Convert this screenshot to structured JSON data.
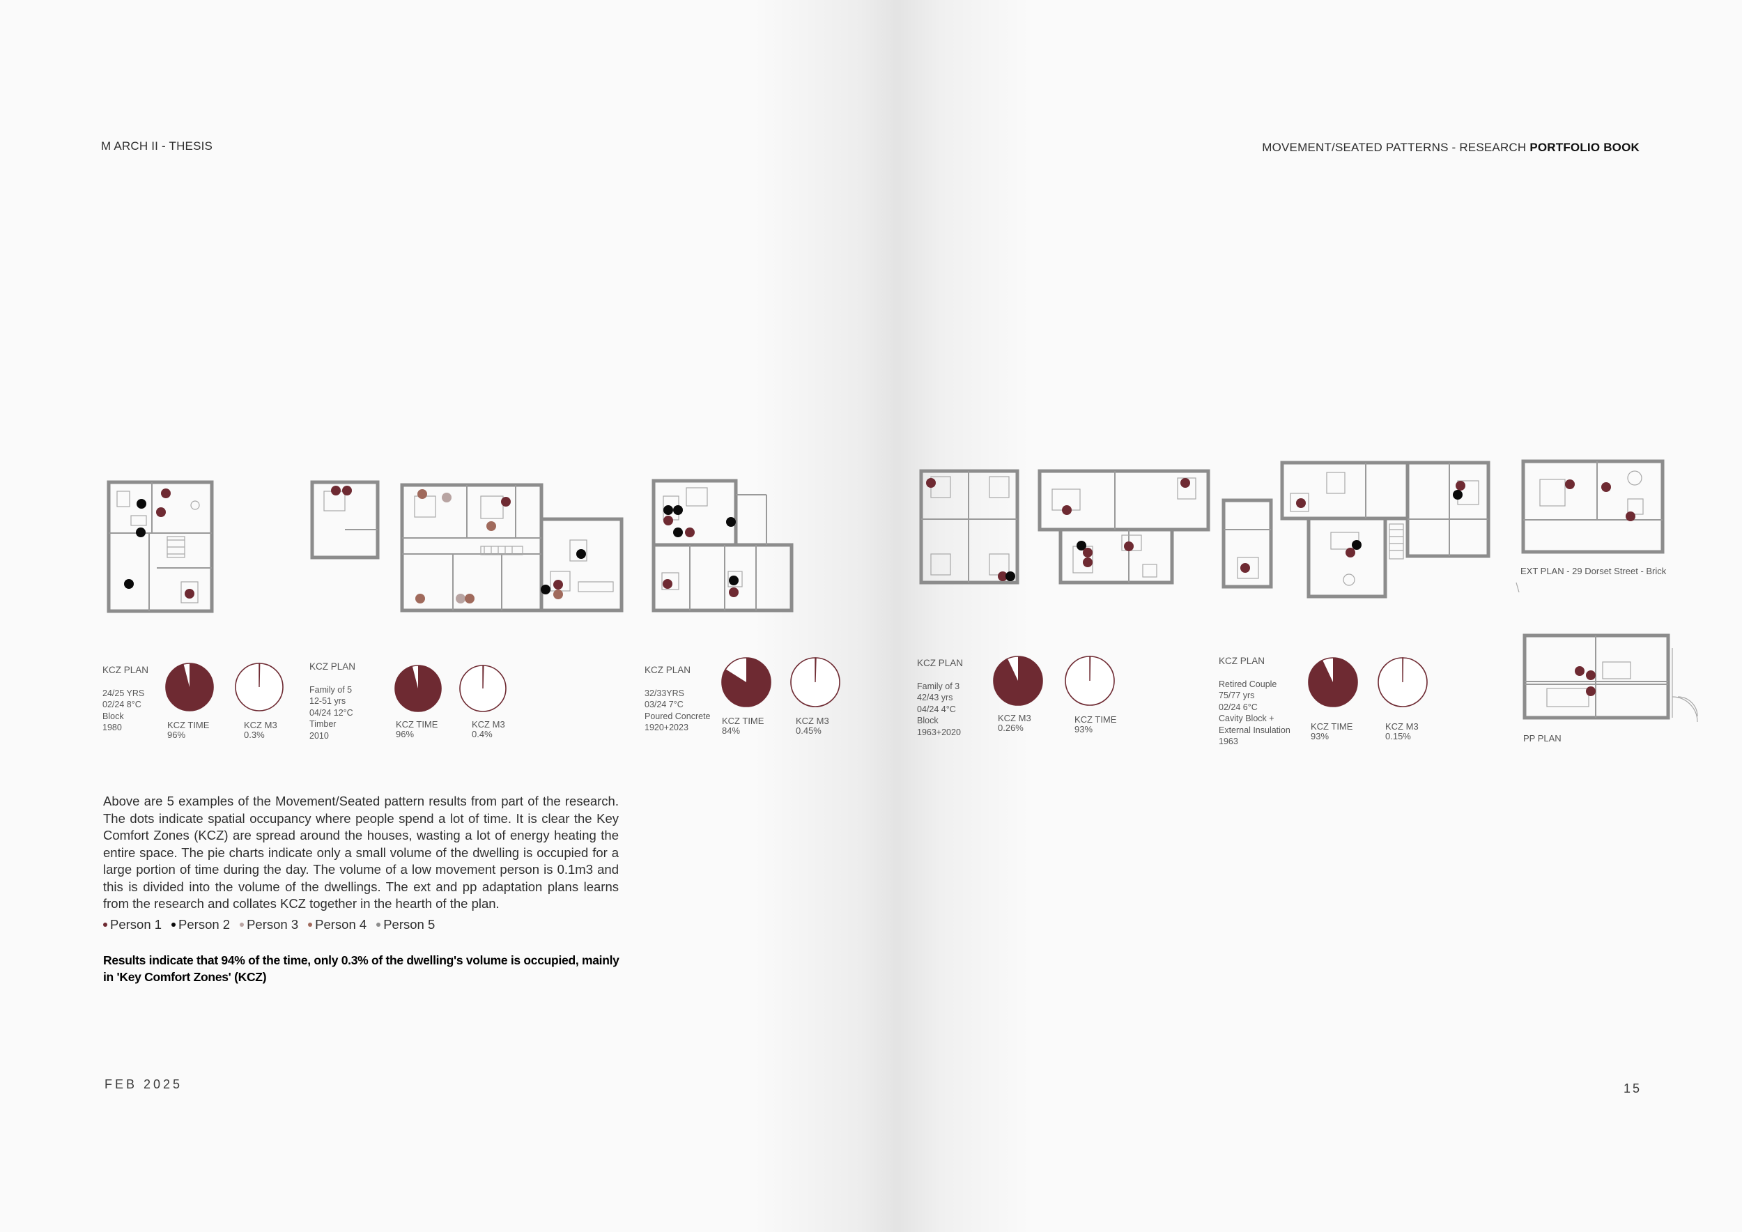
{
  "header": {
    "left": "M ARCH II - THESIS",
    "right_prefix": "MOVEMENT/SEATED PATTERNS -  RESEARCH ",
    "right_bold": "PORTFOLIO BOOK"
  },
  "footer": {
    "date": "FEB 2025",
    "page_number": "15"
  },
  "colors": {
    "kcz_maroon": "#6e2a32",
    "person_1": "#6e2a32",
    "person_2": "#0a0a0a",
    "person_3": "#b8a4a2",
    "person_4": "#a06a5c",
    "person_5": "#8d8d8d"
  },
  "plan_labels": {
    "ext": "EXT PLAN - 29 Dorset Street - Brick",
    "pp": "PP PLAN"
  },
  "examples": [
    {
      "plan_label": "KCZ PLAN",
      "details": [
        "24/25 YRS",
        "02/24  8°C",
        "Block",
        "1980"
      ],
      "pies": [
        {
          "label": "KCZ  TIME",
          "value_text": "96%",
          "percent": 96
        },
        {
          "label": "KCZ  M3",
          "value_text": "0.3%",
          "percent": 0.3
        }
      ]
    },
    {
      "plan_label": "KCZ PLAN",
      "details": [
        "Family of 5",
        "12-51 yrs",
        "04/24 12°C",
        "Timber",
        "2010"
      ],
      "pies": [
        {
          "label": "KCZ  TIME",
          "value_text": "96%",
          "percent": 96
        },
        {
          "label": "KCZ  M3",
          "value_text": "0.4%",
          "percent": 0.4
        }
      ]
    },
    {
      "plan_label": "KCZ PLAN",
      "details": [
        "32/33YRS",
        "03/24  7°C",
        "Poured Concrete",
        "1920+2023"
      ],
      "pies": [
        {
          "label": "KCZ  TIME",
          "value_text": "84%",
          "percent": 84
        },
        {
          "label": "KCZ  M3",
          "value_text": "0.45%",
          "percent": 0.45
        }
      ]
    },
    {
      "plan_label": "KCZ PLAN",
      "details": [
        "Family of 3",
        "42/43 yrs",
        "04/24 4°C",
        "Block",
        "1963+2020"
      ],
      "pies": [
        {
          "label": "KCZ  M3",
          "value_text": "0.26%",
          "percent": 93
        },
        {
          "label": "KCZ  TIME",
          "value_text": "93%",
          "percent": 0.26
        }
      ]
    },
    {
      "plan_label": "KCZ PLAN",
      "details": [
        "Retired Couple",
        "75/77 yrs",
        "02/24  6°C",
        "Cavity Block +",
        "External Insulation",
        "1963"
      ],
      "pies": [
        {
          "label": "KCZ  TIME",
          "value_text": "93%",
          "percent": 93
        },
        {
          "label": "KCZ  M3",
          "value_text": "0.15%",
          "percent": 0.15
        }
      ]
    }
  ],
  "body_text": "Above are 5 examples of the Movement/Seated pattern results from part of the research. The dots indicate spatial occupancy where people spend a lot of time. It is clear the Key Comfort Zones (KCZ) are spread around the houses, wasting a lot of energy heating the entire space. The pie charts indicate only a small volume of the dwelling is occupied for a large portion of time during the day.  The volume of a low movement person is 0.1m3 and this is divided into the volume of the dwellings. The ext and pp adaptation plans learns from the research and collates KCZ together in the hearth of the plan.",
  "legend": [
    "Person 1",
    "Person 2",
    "Person 3",
    "Person 4",
    "Person 5"
  ],
  "summary": "Results indicate that 94% of the time, only 0.3% of the dwelling's volume is occupied, mainly in 'Key Comfort Zones' (KCZ)"
}
